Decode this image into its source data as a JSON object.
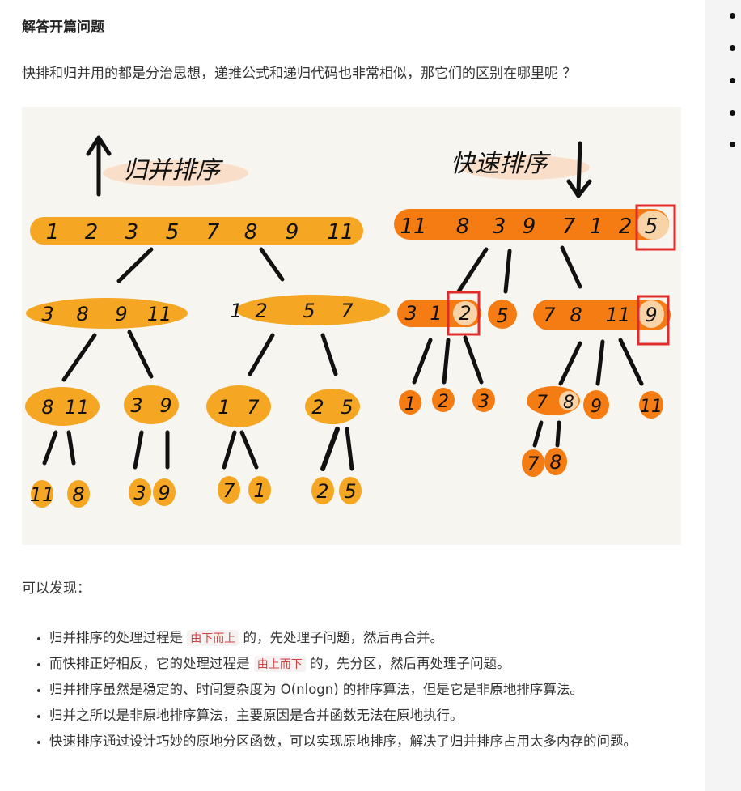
{
  "section_title": "解答开篇问题",
  "intro": "快排和归并用的都是分治思想，递推公式和递归代码也非常相似，那它们的区别在哪里呢 ？",
  "figure": {
    "merge_title": "归并排序",
    "quick_title": "快速排序",
    "merge": {
      "level1": [
        "1",
        "2",
        "3",
        "5",
        "7",
        "8",
        "9",
        "11"
      ],
      "level2a": [
        "3",
        "8",
        "9",
        "11"
      ],
      "level2b": [
        "1",
        "2",
        "5",
        "7"
      ],
      "level3": [
        [
          "8",
          "11"
        ],
        [
          "3",
          "9"
        ],
        [
          "1",
          "7"
        ],
        [
          "2",
          "5"
        ]
      ],
      "level4": [
        [
          "11",
          "8"
        ],
        [
          "3",
          "9"
        ],
        [
          "7",
          "1"
        ],
        [
          "2",
          "5"
        ]
      ]
    },
    "quick": {
      "level1": [
        "11",
        "8",
        "3",
        "9",
        "7",
        "1",
        "2",
        "5"
      ],
      "level2a": [
        "3",
        "1",
        "2"
      ],
      "level2single": "5",
      "level2b": [
        "7",
        "8",
        "11",
        "9"
      ],
      "level3a": [
        "1",
        "2",
        "3"
      ],
      "level3b": [
        "7",
        "8"
      ],
      "level3c": [
        "9",
        "11"
      ],
      "level4": [
        "7",
        "8"
      ]
    }
  },
  "discover": "可以发现：",
  "points": [
    {
      "pre": "归并排序的处理过程是 ",
      "code": "由下而上",
      "post": " 的，先处理子问题，然后再合并。"
    },
    {
      "pre": "而快排正好相反，它的处理过程是 ",
      "code": "由上而下",
      "post": " 的，先分区，然后再处理子问题。"
    },
    {
      "text": "归并排序虽然是稳定的、时间复杂度为 O(nlogn) 的排序算法，但是它是非原地排序算法。"
    },
    {
      "text": "归并之所以是非原地排序算法，主要原因是合并函数无法在原地执行。"
    },
    {
      "text": "快速排序通过设计巧妙的原地分区函数，可以实现原地排序，解决了归并排序占用太多内存的问题。"
    }
  ],
  "colors": {
    "merge": "#f5a623",
    "quick": "#f57c12",
    "pivot": "#e02b2b",
    "code": "#d14343"
  }
}
